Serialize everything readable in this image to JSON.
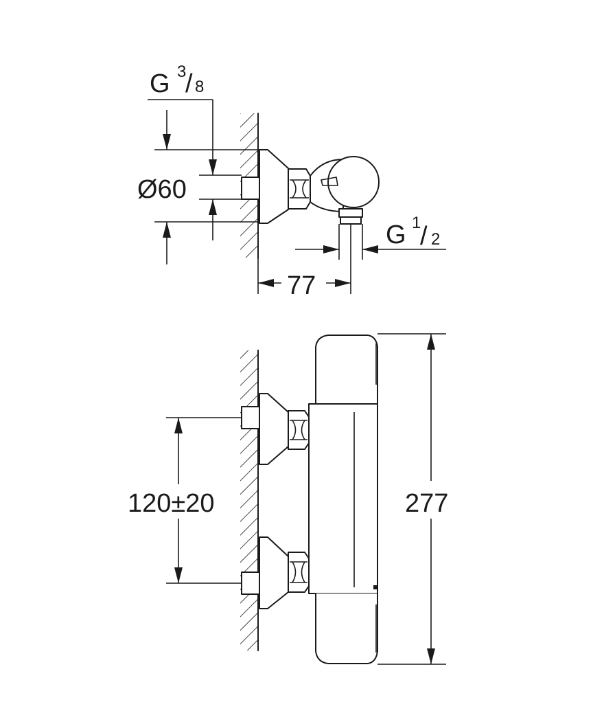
{
  "labels": {
    "thread_top_main": "G",
    "thread_top_num": "3",
    "thread_top_slash": "/",
    "thread_top_den": "8",
    "diameter": "Ø60",
    "thread_outlet_main": "G",
    "thread_outlet_num": "1",
    "thread_outlet_slash": "/",
    "thread_outlet_den": "2",
    "depth": "77",
    "spacing": "120±20",
    "height": "277"
  },
  "colors": {
    "line": "#1a1a1a",
    "background": "#ffffff"
  }
}
